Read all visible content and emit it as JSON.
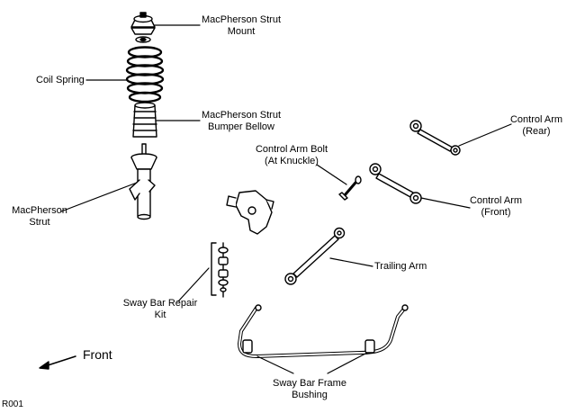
{
  "labels": {
    "strut_mount": [
      "MacPherson Strut",
      "Mount"
    ],
    "coil_spring": "Coil Spring",
    "bumper_bellow": [
      "MacPherson Strut",
      "Bumper Bellow"
    ],
    "strut": [
      "MacPherson",
      "Strut"
    ],
    "control_arm_bolt": [
      "Control Arm Bolt",
      "(At Knuckle)"
    ],
    "control_arm_rear": [
      "Control Arm",
      "(Rear)"
    ],
    "control_arm_front": [
      "Control Arm",
      "(Front)"
    ],
    "trailing_arm": "Trailing Arm",
    "sway_bar_repair_kit": [
      "Sway Bar Repair",
      "Kit"
    ],
    "front_arrow": "Front",
    "sway_bar_bushing": [
      "Sway Bar Frame",
      "Bushing"
    ],
    "figure_code": "R001"
  }
}
